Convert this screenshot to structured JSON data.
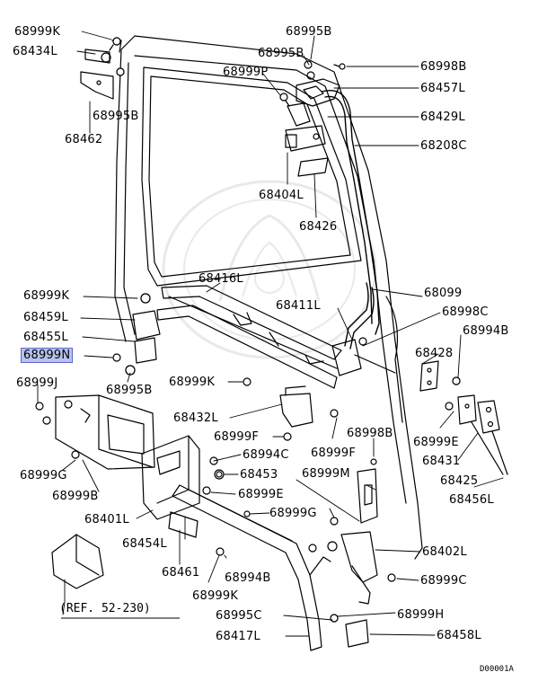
{
  "diagram": {
    "code": "D00001A",
    "reference": "(REF. 52-230)",
    "highlighted_part": "68999N",
    "labels": {
      "l68999K_a": "68999K",
      "l68434L": "68434L",
      "l68995B_a": "68995B",
      "l68462": "68462",
      "l68995B_top": "68995B",
      "l68995B_b": "68995B",
      "l68999P": "68999P",
      "l68998B": "68998B",
      "l68457L": "68457L",
      "l68429L": "68429L",
      "l68208C": "68208C",
      "l68404L": "68404L",
      "l68426": "68426",
      "l68416L": "68416L",
      "l68999K_b": "68999K",
      "l68411L": "68411L",
      "l68099": "68099",
      "l68459L": "68459L",
      "l68998C": "68998C",
      "l68455L": "68455L",
      "l68994B_a": "68994B",
      "l68999N": "68999N",
      "l68428": "68428",
      "l68999J": "68999J",
      "l68995B_c": "68995B",
      "l68999K_c": "68999K",
      "l68432L": "68432L",
      "l68999F_a": "68999F",
      "l68998B_b": "68998B",
      "l68999E_a": "68999E",
      "l68994C": "68994C",
      "l68999F_b": "68999F",
      "l68431": "68431",
      "l68999G_a": "68999G",
      "l68453": "68453",
      "l68999M": "68999M",
      "l68425": "68425",
      "l68999B": "68999B",
      "l68999E_b": "68999E",
      "l68456L": "68456L",
      "l68401L": "68401L",
      "l68999G_b": "68999G",
      "l68454L": "68454L",
      "l68402L": "68402L",
      "l68461": "68461",
      "l68994B_b": "68994B",
      "l68999C": "68999C",
      "l68999K_d": "68999K",
      "l68995C": "68995C",
      "l68999H": "68999H",
      "l68417L": "68417L",
      "l68458L": "68458L"
    }
  }
}
